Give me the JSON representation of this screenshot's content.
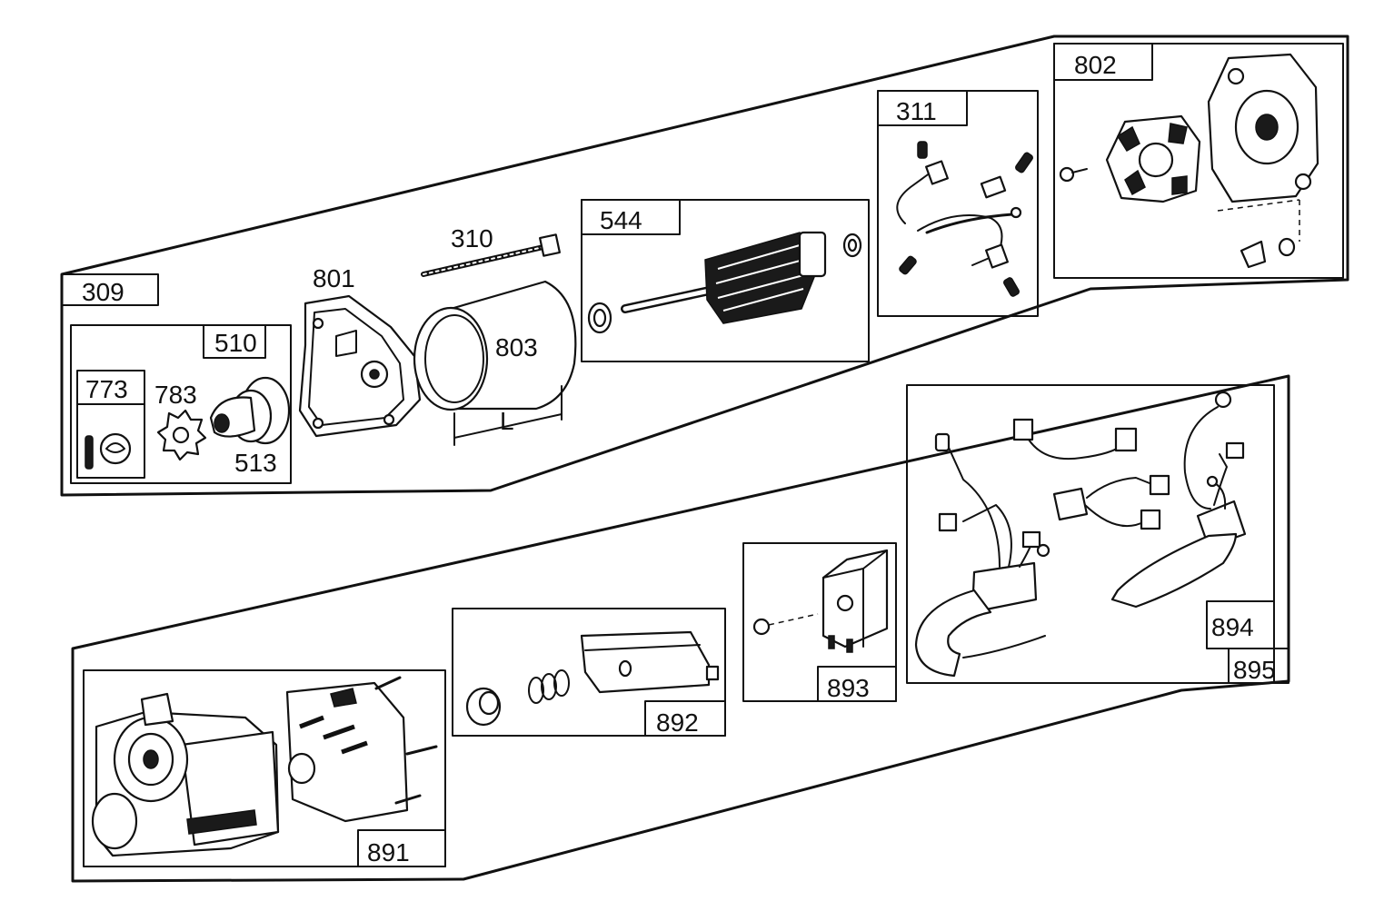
{
  "diagram": {
    "callouts": {
      "c309": "309",
      "c510": "510",
      "c773": "773",
      "c783": "783",
      "c513": "513",
      "c801": "801",
      "c310": "310",
      "c803": "803",
      "dimL": "L",
      "c544": "544",
      "c311": "311",
      "c802": "802",
      "c891": "891",
      "c892": "892",
      "c893": "893",
      "c894": "894",
      "c895": "895"
    }
  }
}
